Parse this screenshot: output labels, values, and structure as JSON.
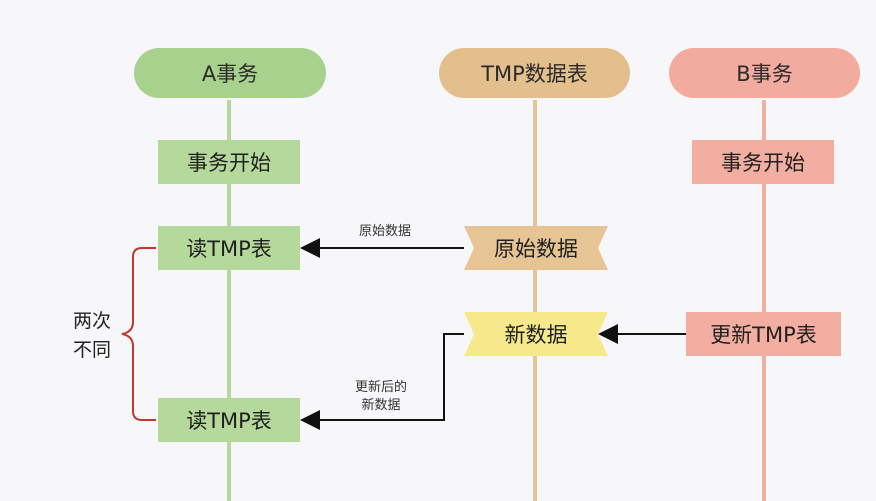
{
  "lanes": {
    "a": {
      "title": "A事务",
      "color": "#a9d18e",
      "box_color": "#b5d99b"
    },
    "tmp": {
      "title": "TMP数据表",
      "color": "#e3bf8d",
      "box_color": "#e6c494"
    },
    "b": {
      "title": "B事务",
      "color": "#f2ab9f",
      "box_color": "#f3aea2"
    }
  },
  "a_steps": {
    "start": "事务开始",
    "read1": "读TMP表",
    "read2": "读TMP表"
  },
  "tmp_steps": {
    "original": "原始数据",
    "new": "新数据",
    "new_color": "#f6e98b"
  },
  "b_steps": {
    "start": "事务开始",
    "update": "更新TMP表"
  },
  "arrows": {
    "original_label": "原始数据",
    "updated_label_line1": "更新后的",
    "updated_label_line2": "新数据"
  },
  "brace": {
    "line1": "两次",
    "line2": "不同",
    "color": "#c0392b"
  }
}
